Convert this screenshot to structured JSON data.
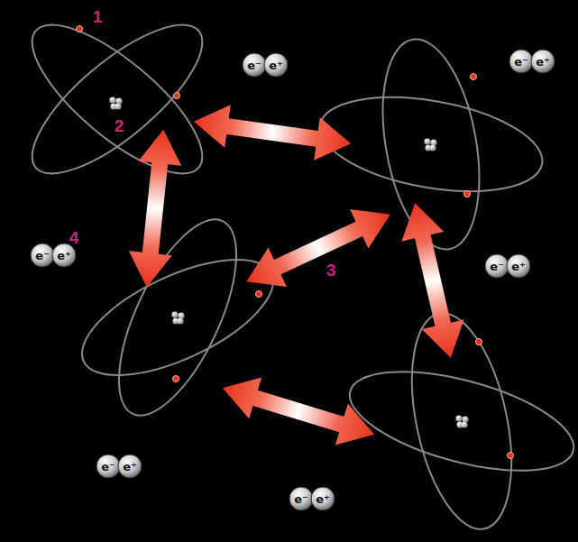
{
  "diagram": {
    "labels": [
      "1",
      "2",
      "3",
      "4",
      "e⁻",
      "e⁺",
      "e⁻",
      "e⁺",
      "e⁻",
      "e⁺",
      "e⁻",
      "e⁺",
      "e⁻",
      "e⁺",
      "e⁻",
      "e⁺"
    ]
  }
}
